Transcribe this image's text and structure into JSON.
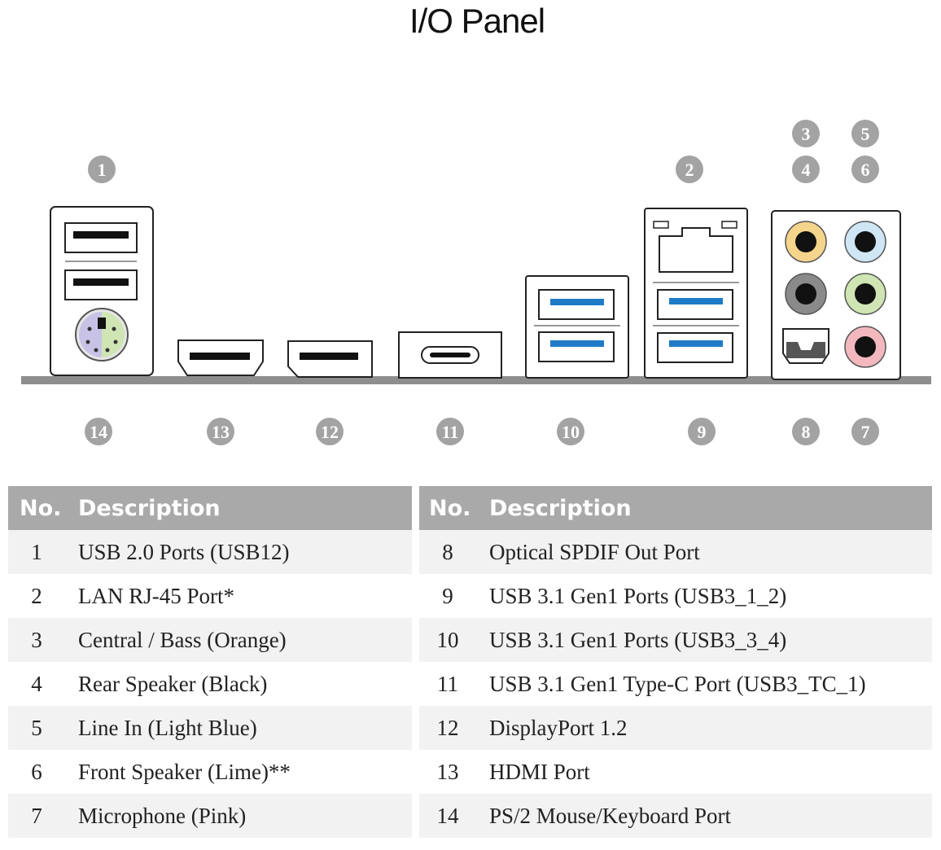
{
  "title": "I/O Panel",
  "callouts": {
    "top": [
      "1",
      "2",
      "3",
      "4",
      "5",
      "6"
    ],
    "bottom": [
      "14",
      "13",
      "12",
      "11",
      "10",
      "9",
      "8",
      "7"
    ]
  },
  "table_headers": {
    "no": "No.",
    "description": "Description"
  },
  "left_rows": [
    {
      "no": "1",
      "desc": "USB 2.0 Ports (USB12)"
    },
    {
      "no": "2",
      "desc": "LAN RJ-45 Port*"
    },
    {
      "no": "3",
      "desc": "Central / Bass (Orange)"
    },
    {
      "no": "4",
      "desc": "Rear Speaker (Black)"
    },
    {
      "no": "5",
      "desc": "Line In (Light Blue)"
    },
    {
      "no": "6",
      "desc": "Front Speaker (Lime)**"
    },
    {
      "no": "7",
      "desc": "Microphone (Pink)"
    }
  ],
  "right_rows": [
    {
      "no": "8",
      "desc": "Optical SPDIF Out Port"
    },
    {
      "no": "9",
      "desc": "USB 3.1 Gen1 Ports (USB3_1_2)"
    },
    {
      "no": "10",
      "desc": "USB 3.1 Gen1 Ports (USB3_3_4)"
    },
    {
      "no": "11",
      "desc": "USB 3.1 Gen1 Type-C Port (USB3_TC_1)"
    },
    {
      "no": "12",
      "desc": "DisplayPort 1.2"
    },
    {
      "no": "13",
      "desc": "HDMI Port"
    },
    {
      "no": "14",
      "desc": "PS/2 Mouse/Keyboard Port"
    }
  ],
  "colors": {
    "callout": "#a3a3a3",
    "header_bg": "#a9a9a9",
    "usb3_blue": "#1f7bc8",
    "jack_orange": "#f5d48c",
    "jack_black": "#8a8a8a",
    "jack_lightblue": "#cfe6f5",
    "jack_lime": "#cfe5b3",
    "jack_pink": "#f2b8be",
    "ps2_purple": "#c8c3e6",
    "ps2_green": "#cfe5b3",
    "baseline": "#8e8e8e"
  }
}
